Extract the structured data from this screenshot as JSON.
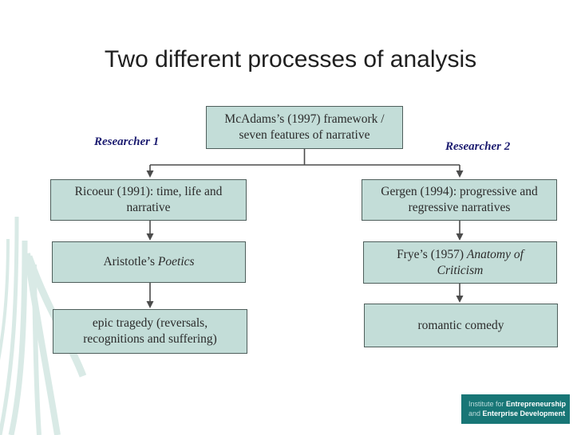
{
  "slide": {
    "title": "Two different processes of analysis"
  },
  "labels": {
    "researcher1": "Researcher 1",
    "researcher2": "Researcher 2"
  },
  "diagram": {
    "nodes": {
      "mcadams": {
        "lines": [
          {
            "plain": "McAdams’s (1997) framework /"
          },
          {
            "plain": "seven features of narrative"
          }
        ]
      },
      "ricoeur": {
        "lines": [
          {
            "plain": "Ricoeur (1991): time, life and"
          },
          {
            "plain": "narrative"
          }
        ]
      },
      "gergen": {
        "lines": [
          {
            "plain": "Gergen (1994): progressive and"
          },
          {
            "plain": "regressive narratives"
          }
        ]
      },
      "aristotle": {
        "lines": [
          {
            "plain": "Aristotle’s ",
            "italic": "Poetics"
          }
        ]
      },
      "frye": {
        "lines": [
          {
            "plain": "Frye’s (1957) ",
            "italic": "Anatomy of"
          },
          {
            "italic": "Criticism"
          }
        ]
      },
      "epic": {
        "lines": [
          {
            "plain": "epic tragedy (reversals,"
          },
          {
            "plain": "recognitions and suffering)"
          }
        ]
      },
      "romantic": {
        "lines": [
          {
            "plain": "romantic comedy"
          }
        ]
      }
    }
  },
  "logo": {
    "line1_light": "Institute for ",
    "line1_bold": "Entrepreneurship",
    "line2_light": "and ",
    "line2_bold": "Enterprise Development"
  },
  "colors": {
    "accent_navy": "#1c1c70",
    "box_fill": "#c3ddd8",
    "box_border": "#4e5e5b",
    "connector": "#4b4b4b",
    "swoosh": "#d9eae6",
    "logo_bg": "#187676",
    "logo_text_light": "#bcdcdc",
    "logo_text_bold": "#ffffff",
    "title_color": "#1f1f1f",
    "text_color": "#2b2b2b"
  }
}
